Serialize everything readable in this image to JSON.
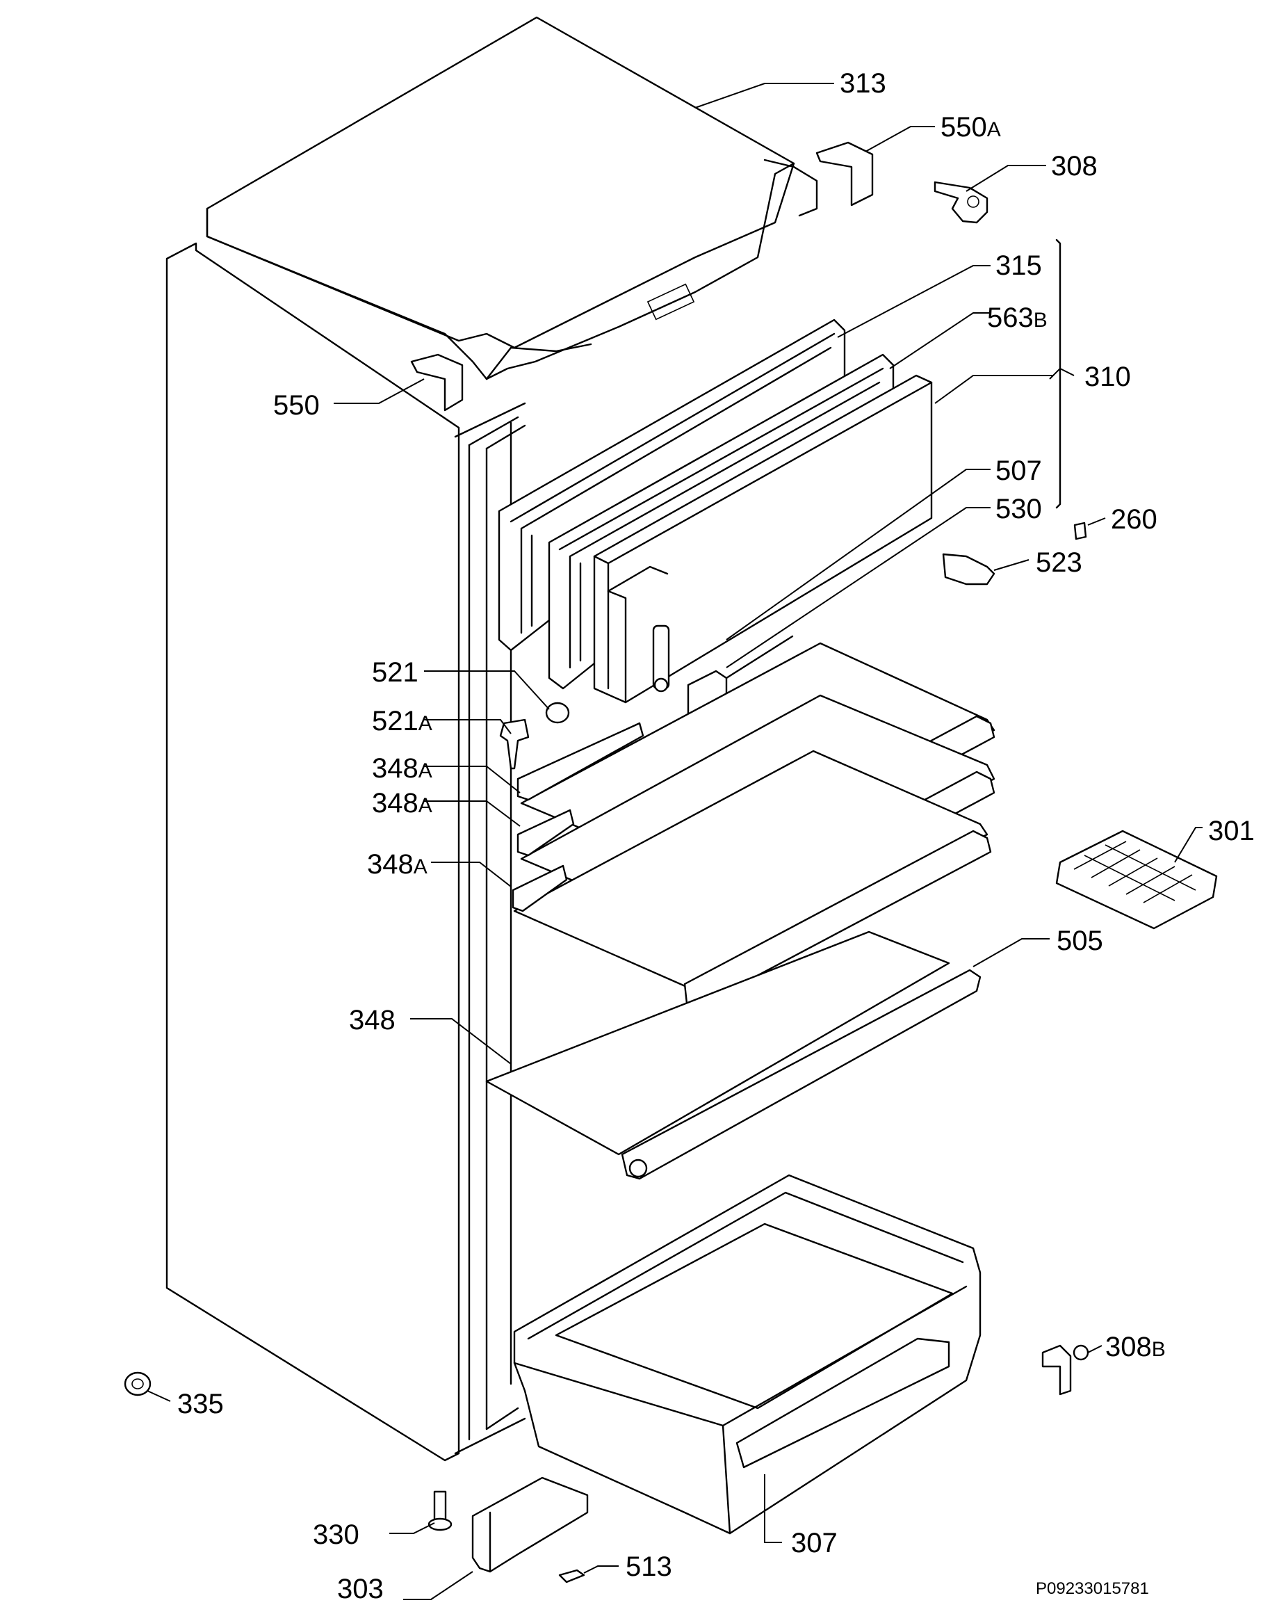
{
  "callouts": {
    "c313": "313",
    "c550A": "550",
    "c550A_suffix": "A",
    "c308": "308",
    "c315": "315",
    "c563B": "563",
    "c563B_suffix": "B",
    "c310": "310",
    "c550": "550",
    "c507": "507",
    "c530": "530",
    "c260": "260",
    "c523": "523",
    "c521": "521",
    "c521A": "521",
    "c521A_suffix": "A",
    "c348A_1": "348",
    "c348A_1_suffix": "A",
    "c348A_2": "348",
    "c348A_2_suffix": "A",
    "c348A_3": "348",
    "c348A_3_suffix": "A",
    "c301": "301",
    "c505": "505",
    "c348": "348",
    "c308B": "308",
    "c308B_suffix": "B",
    "c335": "335",
    "c330": "330",
    "c307": "307",
    "c303": "303",
    "c513": "513"
  },
  "reference_code": "P09233015781"
}
